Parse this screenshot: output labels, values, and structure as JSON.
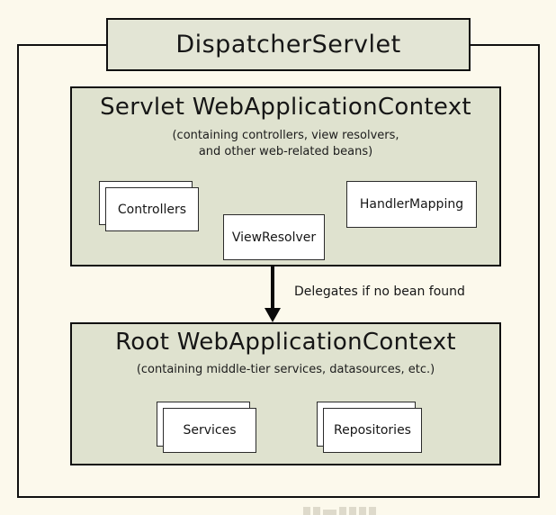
{
  "colors": {
    "canvas_bg": "#fcf9ec",
    "context_box_fill": "#dfe2cf",
    "dispatcher_box_fill": "#e3e5d5",
    "border": "#101010",
    "bean_box_fill": "#ffffff"
  },
  "dispatcher": {
    "label": "DispatcherServlet"
  },
  "servlet_context": {
    "title": "Servlet WebApplicationContext",
    "caption": [
      "(containing controllers, view resolvers,",
      "and other web-related beans)"
    ],
    "beans": {
      "controllers": "Controllers",
      "view_resolver": "ViewResolver",
      "handler_mapping": "HandlerMapping"
    }
  },
  "arrow": {
    "label": "Delegates if no bean found"
  },
  "root_context": {
    "title": "Root WebApplicationContext",
    "caption": [
      "(containing middle-tier services, datasources, etc.)"
    ],
    "beans": {
      "services": "Services",
      "repositories": "Repositories"
    }
  }
}
